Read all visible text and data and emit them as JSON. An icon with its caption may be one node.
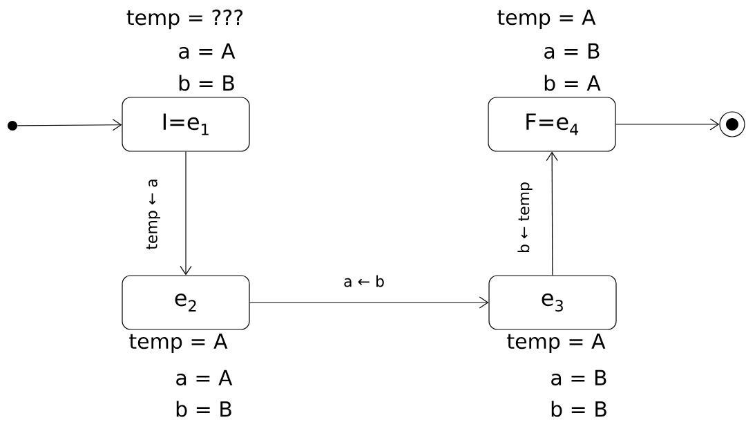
{
  "diagram": {
    "nodes": [
      {
        "text": [],
        "shape": "circle"
      },
      {
        "text": [
          "I=e$_{1}$"
        ],
        "beside": [
          "temp = ???",
          "a = A",
          "b = B"
        ]
      },
      {
        "text": [
          "e$_{2}$"
        ],
        "beside": [
          "temp = A",
          "a = A",
          "b = B"
        ]
      },
      {
        "text": [
          "e$_{3}$"
        ],
        "beside": [
          "temp = A",
          "a = B",
          "b = B"
        ]
      },
      {
        "text": [
          "F=e$_{4}$"
        ],
        "beside": [
          "temp = A",
          "a = B",
          "b = A"
        ]
      },
      {
        "text": [],
        "shape": "circle"
      }
    ],
    "edges": [
      {
        "from": 0,
        "to": 1,
        "arrow": "to"
      },
      {
        "from": 1,
        "to": 2,
        "arrow": "to",
        "label": "temp ← a"
      },
      {
        "from": 2,
        "to": 3,
        "arrow": "to",
        "label": "a ← b"
      },
      {
        "from": 3,
        "to": 4,
        "arrow": "to",
        "label": "b ← temp"
      },
      {
        "from": 4,
        "to": 5,
        "arrow": "to"
      }
    ]
  }
}
